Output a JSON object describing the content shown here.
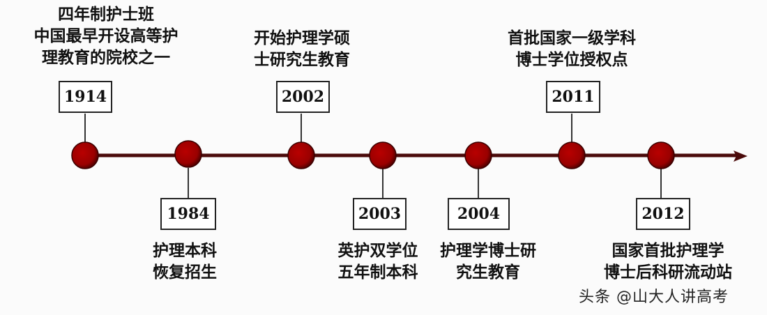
{
  "timeline": {
    "line_color": "#4a0a0a",
    "node_color": "#a30000",
    "events": [
      {
        "year": "1914",
        "position": "above",
        "lines": [
          "四年制护士班",
          "中国最早开设高等护",
          "理教育的院校之一"
        ]
      },
      {
        "year": "1984",
        "position": "below",
        "lines": [
          "护理本科",
          "恢复招生"
        ]
      },
      {
        "year": "2002",
        "position": "above",
        "lines": [
          "开始护理学硕",
          "士研究生教育"
        ]
      },
      {
        "year": "2003",
        "position": "below",
        "lines": [
          "英护双学位",
          "五年制本科"
        ]
      },
      {
        "year": "2004",
        "position": "below",
        "lines": [
          "护理学博士研",
          "究生教育"
        ]
      },
      {
        "year": "2011",
        "position": "above",
        "lines": [
          "首批国家一级学科",
          "博士学位授权点"
        ]
      },
      {
        "year": "2012",
        "position": "below",
        "lines": [
          "国家首批护理学",
          "博士后科研流动站"
        ]
      }
    ]
  },
  "watermark": "头条 @山大人讲高考"
}
